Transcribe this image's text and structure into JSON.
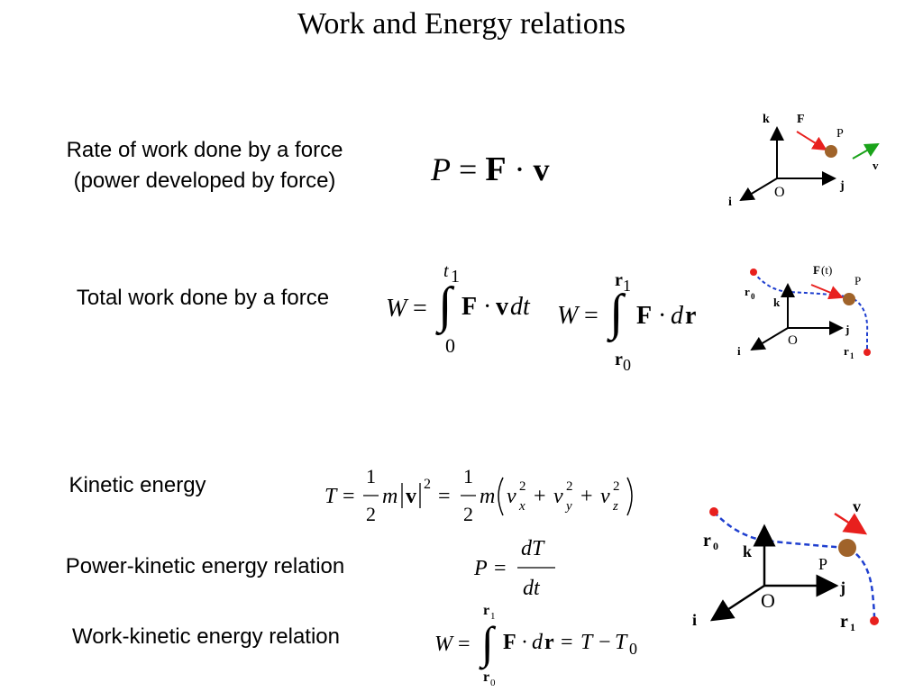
{
  "title": "Work and Energy relations",
  "rows": {
    "power": {
      "label_line1": "Rate of work done by a force",
      "label_line2": "(power developed by force)",
      "eq": {
        "P": "P",
        "eqsign": "=",
        "F": "F",
        "dot": "·",
        "v": "v"
      }
    },
    "work": {
      "label": "Total work done by a force",
      "eq1": {
        "W": "W",
        "eqsign": "=",
        "upper": "t",
        "upper_sub": "1",
        "lower": "0",
        "F": "F",
        "dot": "·",
        "v": "v",
        "dt": "dt"
      },
      "eq2": {
        "W": "W",
        "eqsign": "=",
        "upper": "r",
        "upper_sub": "1",
        "lower": "r",
        "lower_sub": "0",
        "F": "F",
        "dot": "·",
        "d": "d",
        "r": "r"
      }
    },
    "kinetic": {
      "label": "Kinetic energy",
      "eq": {
        "T": "T",
        "eqsign": "=",
        "one": "1",
        "two": "2",
        "m": "m",
        "v": "v",
        "sq": "2",
        "vx": "v",
        "x": "x",
        "vy": "v",
        "y": "y",
        "vz": "v",
        "z": "z",
        "plus": "+"
      }
    },
    "power_kinetic": {
      "label": "Power-kinetic energy relation",
      "eq": {
        "P": "P",
        "eqsign": "=",
        "num": "dT",
        "den": "dt"
      }
    },
    "work_kinetic": {
      "label": "Work-kinetic energy relation",
      "eq": {
        "W": "W",
        "eqsign": "=",
        "upper": "r",
        "upper_sub": "1",
        "lower": "r",
        "lower_sub": "0",
        "F": "F",
        "dot": "·",
        "d": "d",
        "r": "r",
        "eqsign2": "=",
        "T": "T",
        "minus": "−",
        "T0": "T",
        "T0_sub": "0"
      }
    }
  },
  "diagrams": {
    "d1": {
      "k": "k",
      "F": "F",
      "P": "P",
      "v": "v",
      "j": "j",
      "O": "O",
      "i": "i"
    },
    "d2": {
      "F": "F",
      "t": "(t)",
      "P": "P",
      "r0": "r",
      "r0_sub": "0",
      "k": "k",
      "j": "j",
      "O": "O",
      "i": "i",
      "r1": "r",
      "r1_sub": "1"
    },
    "d3": {
      "v": "v",
      "r0": "r",
      "r0_sub": "0",
      "k": "k",
      "P": "P",
      "j": "j",
      "O": "O",
      "i": "i",
      "r1": "r",
      "r1_sub": "1"
    }
  },
  "colors": {
    "particle": "#a0632a",
    "force_arrow": "#e8201e",
    "velocity_arrow": "#1aa31a",
    "path": "#1f3fcf",
    "endpoint": "#e8201e"
  }
}
